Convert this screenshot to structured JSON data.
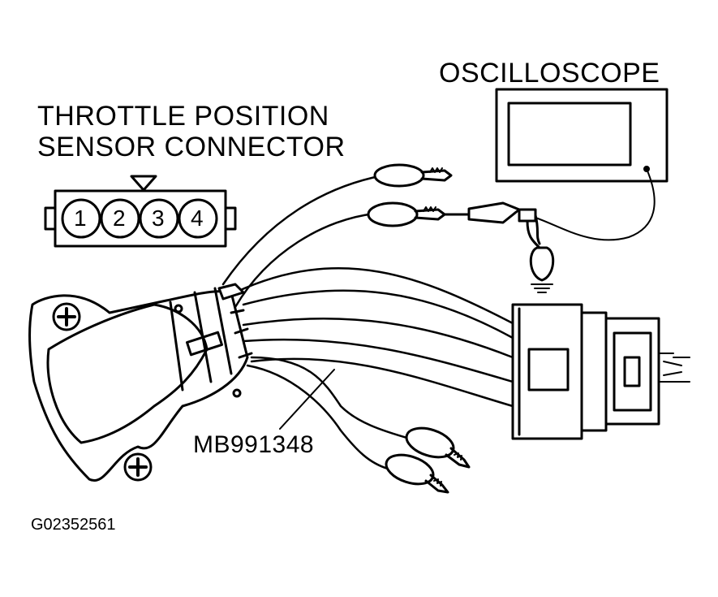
{
  "labels": {
    "oscilloscope": "OSCILLOSCOPE",
    "tps_line1": "THROTTLE POSITION",
    "tps_line2": "SENSOR CONNECTOR",
    "harness_part": "MB991348",
    "figure_code": "G02352561"
  },
  "connector_pins": [
    "1",
    "2",
    "3",
    "4"
  ],
  "colors": {
    "ink": "#000000",
    "paper": "#ffffff"
  }
}
